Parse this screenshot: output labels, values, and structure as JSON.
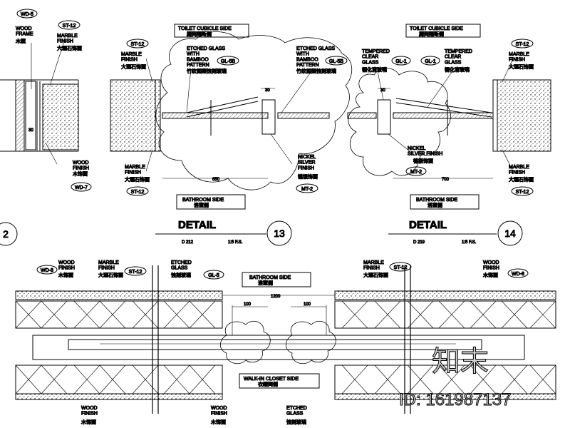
{
  "detail_12": {
    "tag_wd": "WD-5",
    "wood_frame": "WOOD\nFRAME",
    "wood_frame_cn": "木框",
    "tag_st": "ST-12",
    "marble_finish": "MARBLE\nFINISH",
    "marble_finish_cn": "大理石饰面",
    "wood_finish": "WOOD\nFINISH",
    "wood_finish_cn": "木饰面",
    "tag_wd_bottom": "WD-7",
    "dim": "30",
    "number": "2"
  },
  "detail_13": {
    "header": "TOILET CUBICLE SIDE",
    "header_cn": "厕间隔断侧",
    "tag_st_top": "ST-12",
    "marble_top": "MARBLE\nFINISH",
    "marble_top_cn": "大理石饰面",
    "etched_left": "ETCHED GLASS\nWITH\nBAMBOO\nPATTERN",
    "etched_left_cn": "竹纹图案蚀刻玻璃",
    "tag_gl_left": "GL-5B",
    "etched_right": "ETCHED GLASS\nWITH\nBAMBOO\nPATTERN",
    "etched_right_cn": "竹纹图案蚀刻玻璃",
    "tag_gl_right": "GL-5B",
    "dim_top": "30",
    "dim_bottom": "650",
    "nickel": "NICKEL\nSILVER\nFINISH",
    "nickel_cn": "镍银饰面",
    "tag_mt": "MT-2",
    "marble_bottom": "MARBLE\nFINISH",
    "marble_bottom_cn": "大理石饰面",
    "tag_st_bottom": "ST-12",
    "footer": "BATHROOM SIDE",
    "footer_cn": "浴室侧",
    "title": "DETAIL",
    "number": "13",
    "ref": "D 212",
    "scale": "1:5 F.S."
  },
  "detail_14": {
    "header": "TOILET CUBICLE SIDE",
    "header_cn": "厕间隔断侧",
    "tempered_left": "TEMPERED\nCLEAR\nGLASS",
    "tempered_left_cn": "钢化清玻璃",
    "tag_gl_left": "GL-1",
    "tempered_right": "TEMPERED\nCLEAR\nGLASS",
    "tempered_right_cn": "钢化清玻璃",
    "tag_gl_right": "GL-1",
    "tag_st_top": "ST-12",
    "marble_top": "MARBLE\nFINISH",
    "marble_top_cn": "大理石饰面",
    "dim_top": "30",
    "nickel": "NICKEL\nSILVER FINISH",
    "nickel_cn": "镍银饰面",
    "tag_mt": "MT-2",
    "dim_bottom": "700",
    "marble_bottom": "MARBLE\nFINISH",
    "marble_bottom_cn": "大理石饰面",
    "tag_st_bottom": "ST-12",
    "footer": "BATHROOM SIDE",
    "footer_cn": "浴室侧",
    "title": "DETAIL",
    "number": "14",
    "ref": "D 219",
    "scale": "1:5 F.S."
  },
  "detail_bottom": {
    "tag_wd_left": "WD-8",
    "wood_finish_left": "WOOD\nFINISH",
    "wood_finish_left_cn": "木饰面",
    "marble_left": "MARBLE\nFINISH",
    "marble_left_cn": "大理石饰面",
    "tag_st_left": "ST-12",
    "etched_top": "ETCHED\nGLASS",
    "etched_top_cn": "蚀刻玻璃",
    "tag_gl": "GL-5",
    "header": "BATHROOM SIDE",
    "header_cn": "浴室侧",
    "dim_total": "1200",
    "dim_left": "100",
    "dim_right": "100",
    "marble_right": "MARBLE\nFINISH",
    "marble_right_cn": "大理石饰面",
    "tag_st_right": "ST-12",
    "wood_finish_right": "WOOD\nFINISH",
    "wood_finish_right_cn": "木饰面",
    "tag_wd_right": "WD-8",
    "footer": "WALK-IN CLOSET SIDE",
    "footer_cn": "衣帽间侧",
    "wood_bottom_left": "WOOD\nFINISH",
    "wood_bottom_left_cn": "木饰面",
    "wood_bottom_mid": "WOOD\nFINISH",
    "wood_bottom_mid_cn": "木饰面",
    "etched_bottom": "ETCHED\nGLASS",
    "etched_bottom_cn": "蚀刻玻璃"
  },
  "watermark": {
    "logo_text": "知末",
    "id_text": "ID: 161987137"
  }
}
